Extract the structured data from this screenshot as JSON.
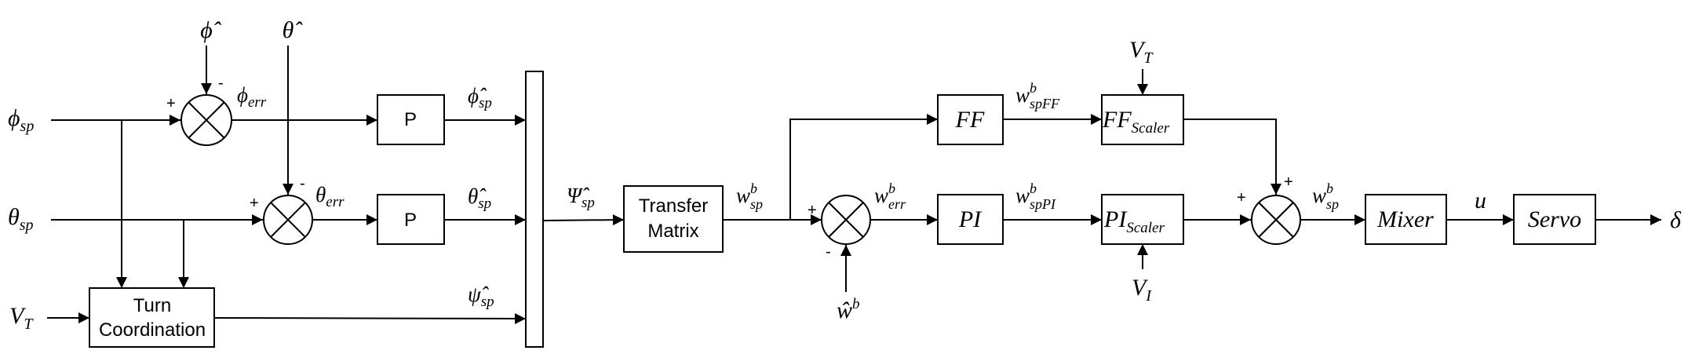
{
  "inputs": {
    "phi_sp": "ϕ",
    "phi_sp_sub": "sp",
    "theta_sp": "θ",
    "theta_sp_sub": "sp",
    "vt": "V",
    "vt_sub": "T"
  },
  "feedback": {
    "phi_hat": "ϕ̂",
    "theta_hat": "θ̂",
    "w_hat": "ŵ",
    "w_hat_sup": "b",
    "vt_top": "V",
    "vt_top_sub": "T",
    "vi_bottom": "V",
    "vi_bottom_sub": "I"
  },
  "signals": {
    "phi_err": "ϕ",
    "phi_err_sub": "err",
    "theta_err": "θ",
    "theta_err_sub": "err",
    "phi_hat_sp": "ϕ̂",
    "phi_hat_sp_sub": "sp",
    "theta_hat_sp": "θ̂",
    "theta_hat_sp_sub": "sp",
    "psi_hat_sp": "ψ̂",
    "psi_hat_sp_sub": "sp",
    "Psi_hat_sp": "Ψ̂",
    "Psi_hat_sp_sub": "sp",
    "w_sp": "w",
    "w_sp_sup": "b",
    "w_sp_sub": "sp",
    "w_err": "w",
    "w_err_sup": "b",
    "w_err_sub": "err",
    "w_spFF": "w",
    "w_spFF_sup": "b",
    "w_spFF_sub": "spFF",
    "w_spPI": "w",
    "w_spPI_sup": "b",
    "w_spPI_sub": "spPI",
    "w_sp2": "w",
    "w_sp2_sup": "b",
    "w_sp2_sub": "sp",
    "u": "u",
    "delta": "δ"
  },
  "blocks": {
    "p1": "P",
    "p2": "P",
    "turn_coord_line1": "Turn",
    "turn_coord_line2": "Coordination",
    "transfer_line1": "Transfer",
    "transfer_line2": "Matrix",
    "ff": "FF",
    "pi": "PI",
    "ff_scaler": "FF",
    "ff_scaler_sub": "Scaler",
    "pi_scaler": "PI",
    "pi_scaler_sub": "Scaler",
    "mixer": "Mixer",
    "servo": "Servo"
  },
  "signs": {
    "plus": "+",
    "minus": "-"
  }
}
